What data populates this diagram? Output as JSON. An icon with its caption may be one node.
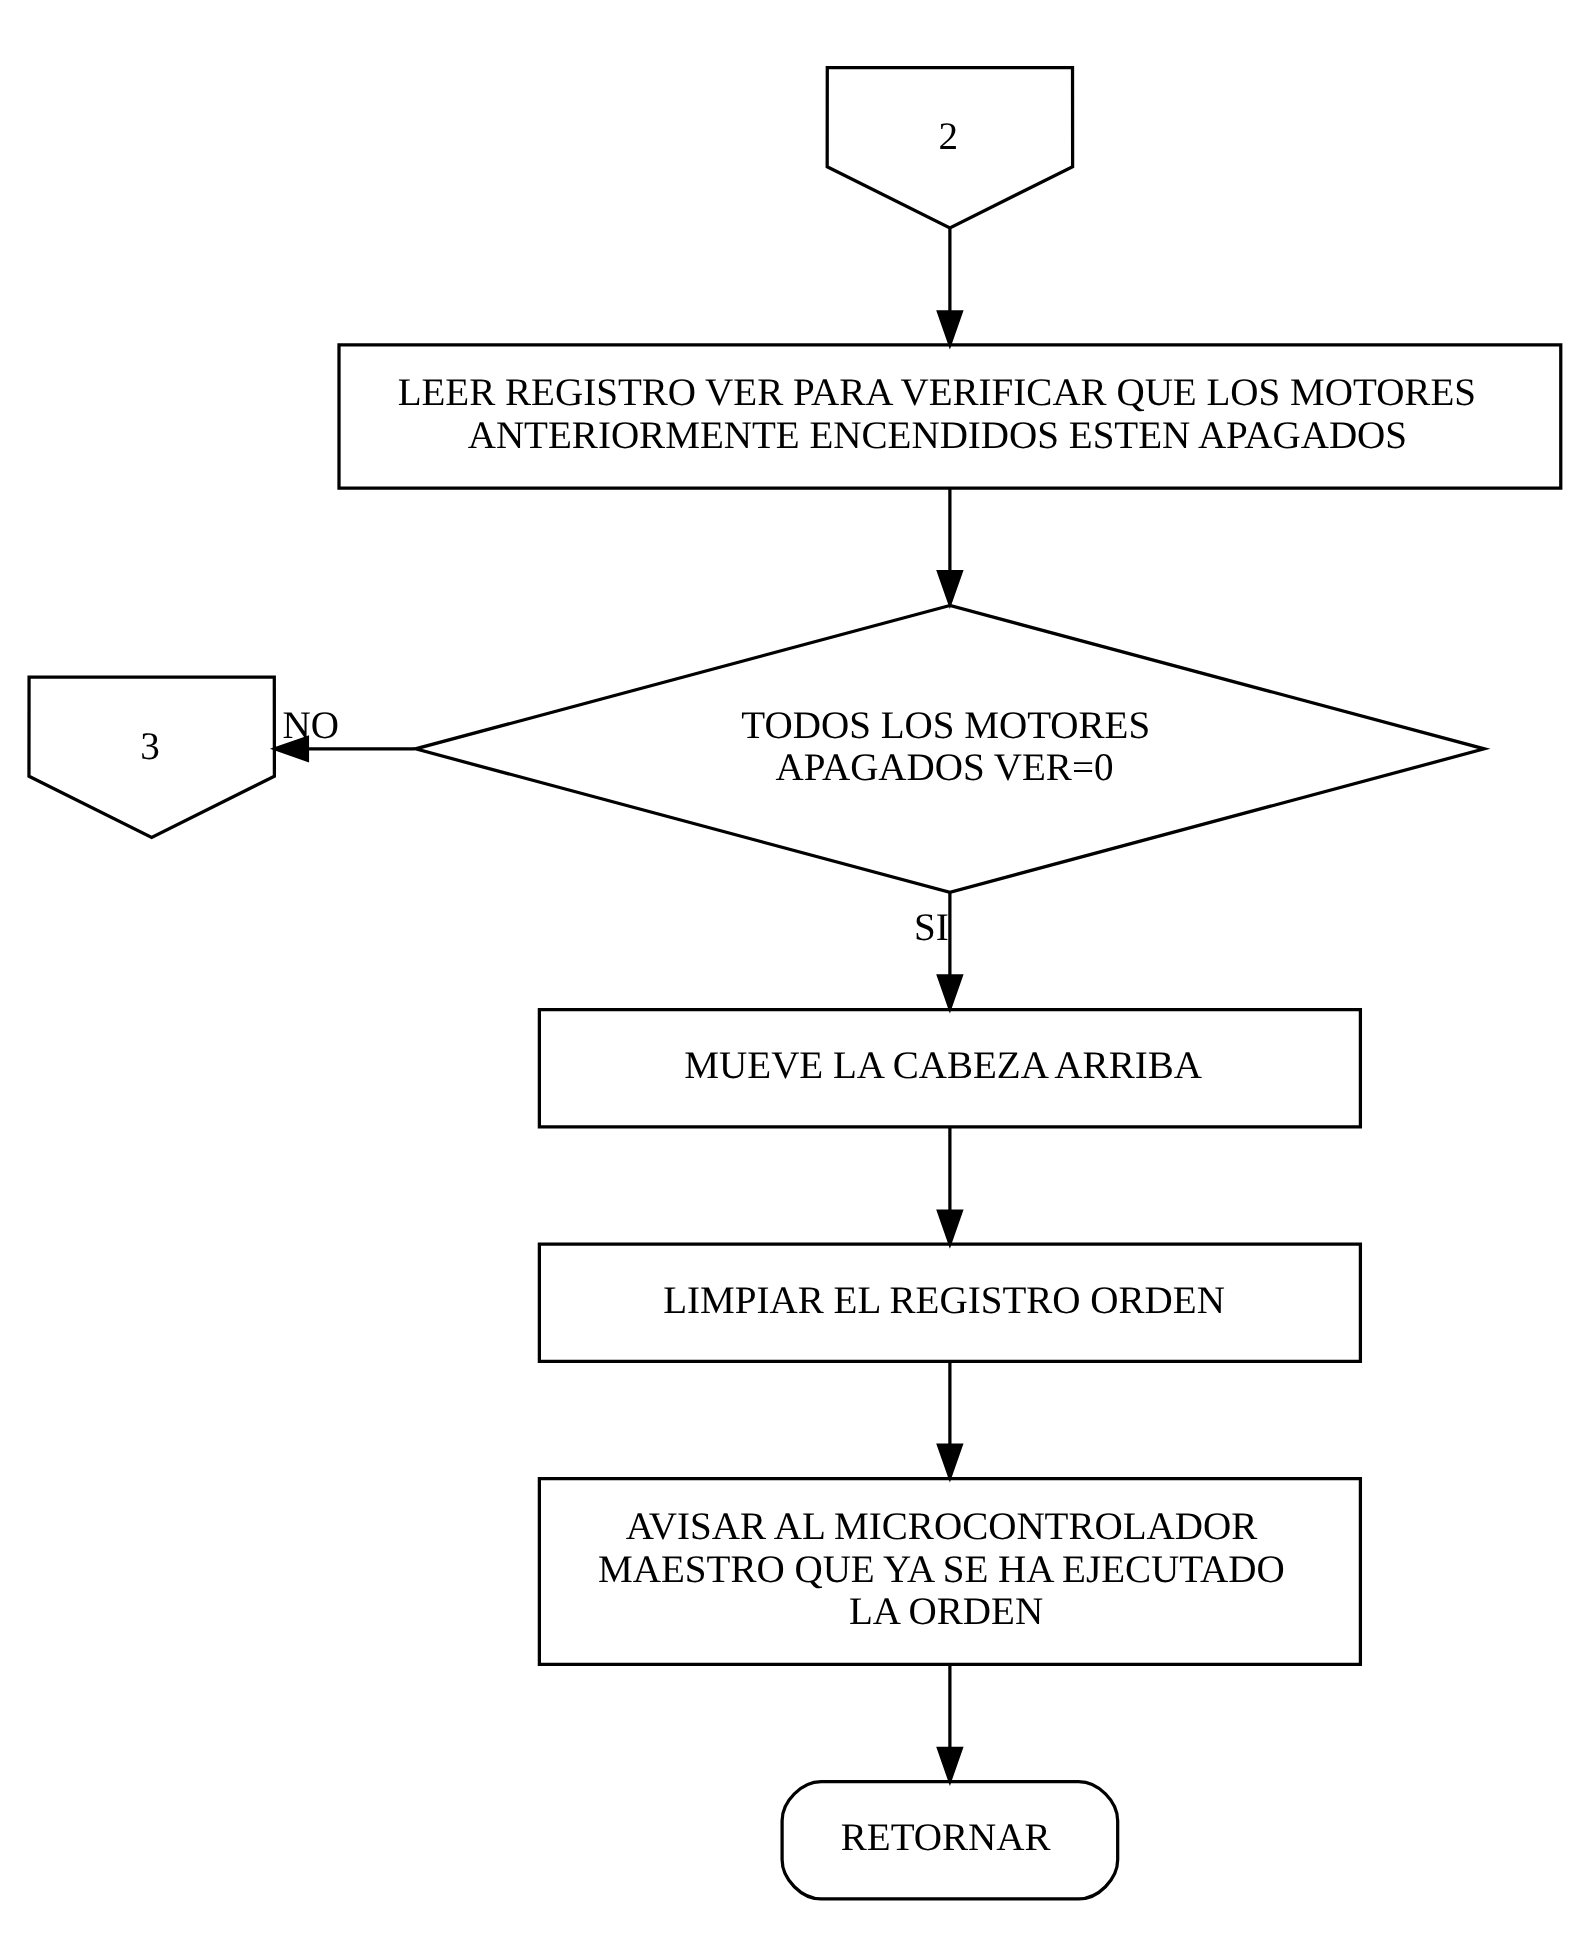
{
  "diagram": {
    "nodes": [
      {
        "text": [
          "2"
        ]
      },
      {
        "text": [
          "LEER REGISTRO VER PARA VERIFICAR QUE LOS MOTORES ANTERIORMENTE ENCENDIDOS ESTEN APAGADOS"
        ]
      },
      {
        "text": [
          "TODOS LOS MOTORES APAGADOS VER=0"
        ]
      },
      {
        "text": [
          "3"
        ]
      },
      {
        "text": [
          "MUEVE LA CABEZA ARRIBA"
        ]
      },
      {
        "text": [
          "LIMPIAR EL REGISTRO ORDEN"
        ]
      },
      {
        "text": [
          "AVISAR AL MICROCONTROLADOR MAESTRO QUE YA SE HA EJECUTADO LA ORDEN"
        ]
      },
      {
        "text": [
          "RETORNAR"
        ]
      }
    ],
    "edges": [
      {
        "from": 0,
        "to": 1,
        "arrow": "to"
      },
      {
        "from": 1,
        "to": 2,
        "arrow": "to"
      },
      {
        "from": 2,
        "to": 3,
        "arrow": "to",
        "label": "NO"
      },
      {
        "from": 2,
        "to": 4,
        "arrow": "to",
        "label": "SI"
      },
      {
        "from": 4,
        "to": 5,
        "arrow": "to"
      },
      {
        "from": 5,
        "to": 6,
        "arrow": "to"
      },
      {
        "from": 6,
        "to": 7,
        "arrow": "to"
      }
    ]
  }
}
